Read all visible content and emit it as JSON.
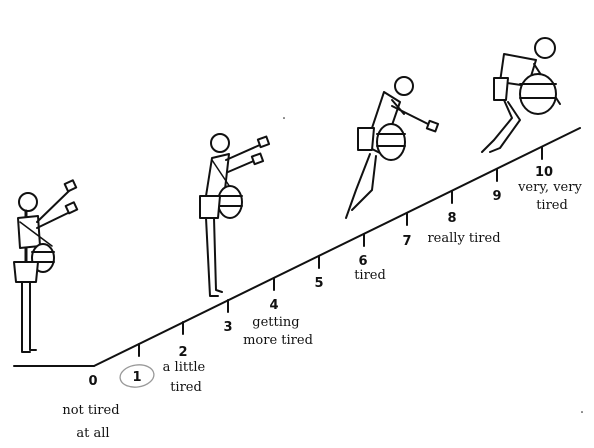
{
  "scale": {
    "numbers": [
      "0",
      "1",
      "2",
      "3",
      "4",
      "5",
      "6",
      "7",
      "8",
      "9",
      "10"
    ],
    "selected": "1",
    "labels": {
      "l0": [
        "not tired",
        "at all"
      ],
      "l1": [
        "a little",
        "tired"
      ],
      "l4": [
        "getting",
        "more tired"
      ],
      "l6": [
        "tired"
      ],
      "l8": [
        "really tired"
      ],
      "l10": [
        "very, very",
        "tired"
      ]
    }
  },
  "figures": [
    {
      "name": "figure-level-0",
      "description": "upright walker carrying drum"
    },
    {
      "name": "figure-level-3",
      "description": "walker with drum, arms forward"
    },
    {
      "name": "figure-level-6",
      "description": "leaning walker, bent knees"
    },
    {
      "name": "figure-level-10",
      "description": "crawling exhausted figure"
    }
  ],
  "colors": {
    "ink": "#111111",
    "circle": "#999999"
  }
}
